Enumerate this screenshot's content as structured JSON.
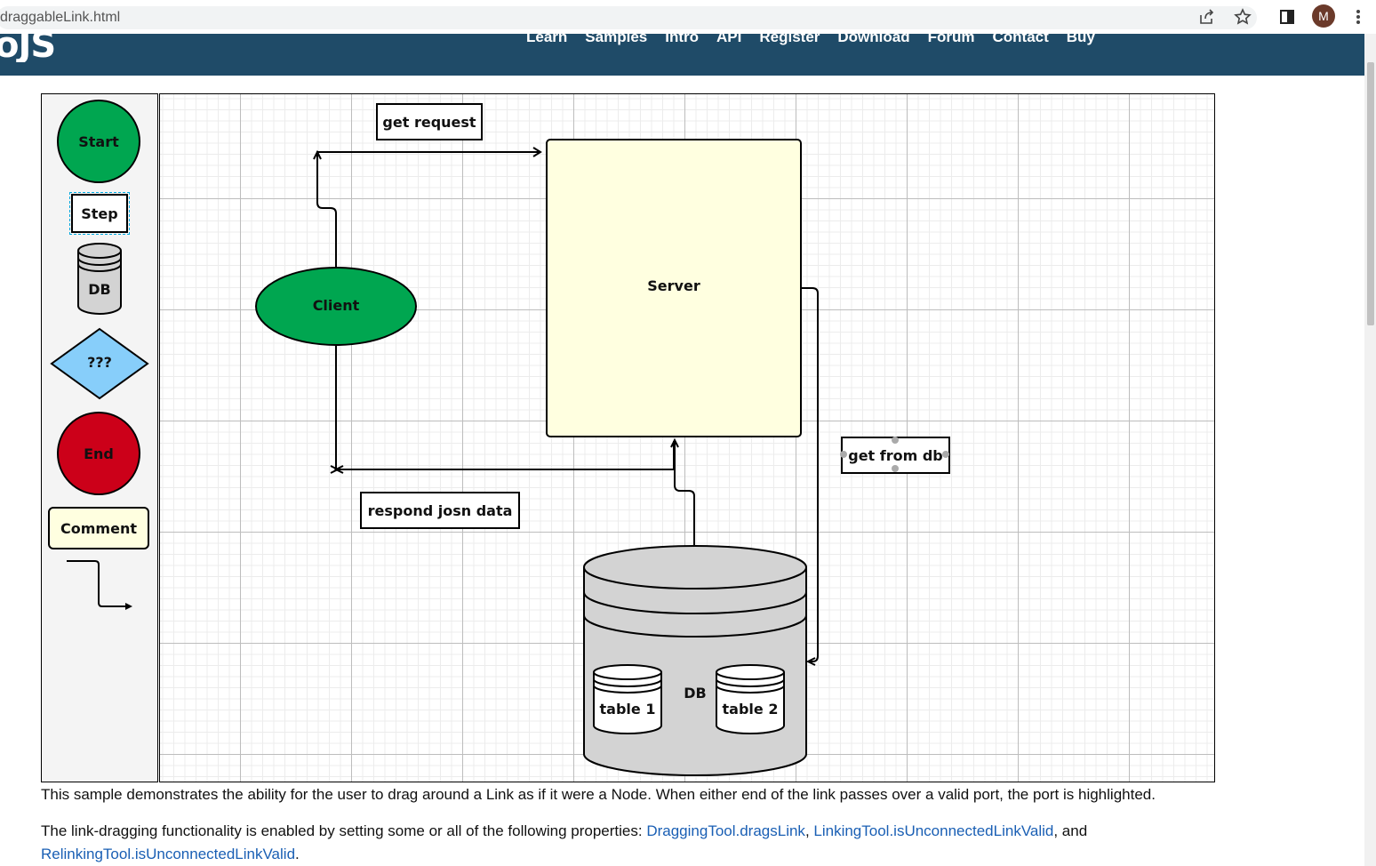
{
  "browser": {
    "url_text": "draggableLink.html",
    "avatar_letter": "M"
  },
  "site": {
    "logo": "oJS",
    "nav": [
      "Learn",
      "Samples",
      "Intro",
      "API",
      "Register",
      "Download",
      "Forum",
      "Contact",
      "Buy"
    ]
  },
  "palette": {
    "start": "Start",
    "step": "Step",
    "db": "DB",
    "decision": "???",
    "end": "End",
    "comment": "Comment"
  },
  "diagram": {
    "client": "Client",
    "server": "Server",
    "db": "DB",
    "table1": "table 1",
    "table2": "table 2",
    "link_get_request": "get request",
    "link_respond": "respond josn data",
    "link_get_from_db": "get from db"
  },
  "description": {
    "line1": "This sample demonstrates the ability for the user to drag around a Link as if it were a Node. When either end of the link passes over a valid port, the port is highlighted.",
    "line2_prefix": "The link-dragging functionality is enabled by setting some or all of the following properties: ",
    "link1": "DraggingTool.dragsLink",
    "sep1": ", ",
    "link2": "LinkingTool.isUnconnectedLinkValid",
    "sep2": ", and",
    "link3": "RelinkingTool.isUnconnectedLinkValid",
    "end": "."
  },
  "colors": {
    "header": "#1f4b68",
    "start_fill": "#00a650",
    "end_fill": "#cc0019",
    "decision_fill": "#87cefa",
    "comment_fill": "#ffffe0",
    "db_fill": "#d3d3d3",
    "link_color": "#1a5fb4"
  }
}
